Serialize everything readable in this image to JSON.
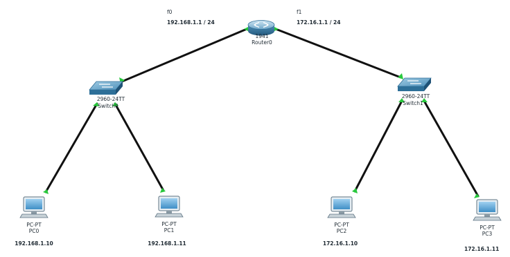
{
  "router": {
    "model": "1941",
    "name": "Router0",
    "ports": [
      {
        "iface": "f0",
        "ip": "192.168.1.1 / 24"
      },
      {
        "iface": "f1",
        "ip": "172.16.1.1 / 24"
      }
    ]
  },
  "switches": [
    {
      "model": "2960-24TT",
      "name": "Switch0"
    },
    {
      "model": "2960-24TT",
      "name": "Switch1"
    }
  ],
  "pcs": [
    {
      "model": "PC-PT",
      "name": "PC0",
      "ip": "192.168.1.10"
    },
    {
      "model": "PC-PT",
      "name": "PC1",
      "ip": "192.168.1.11"
    },
    {
      "model": "PC-PT",
      "name": "PC2",
      "ip": "172.16.1.10"
    },
    {
      "model": "PC-PT",
      "name": "PC3",
      "ip": "172.16.1.11"
    }
  ],
  "colors": {
    "link": "#111111",
    "link_up_indicator": "#28c83c",
    "device_blue": "#3a84b5"
  },
  "icons": {
    "router": "router-icon",
    "switch": "switch-icon",
    "pc": "pc-icon"
  }
}
